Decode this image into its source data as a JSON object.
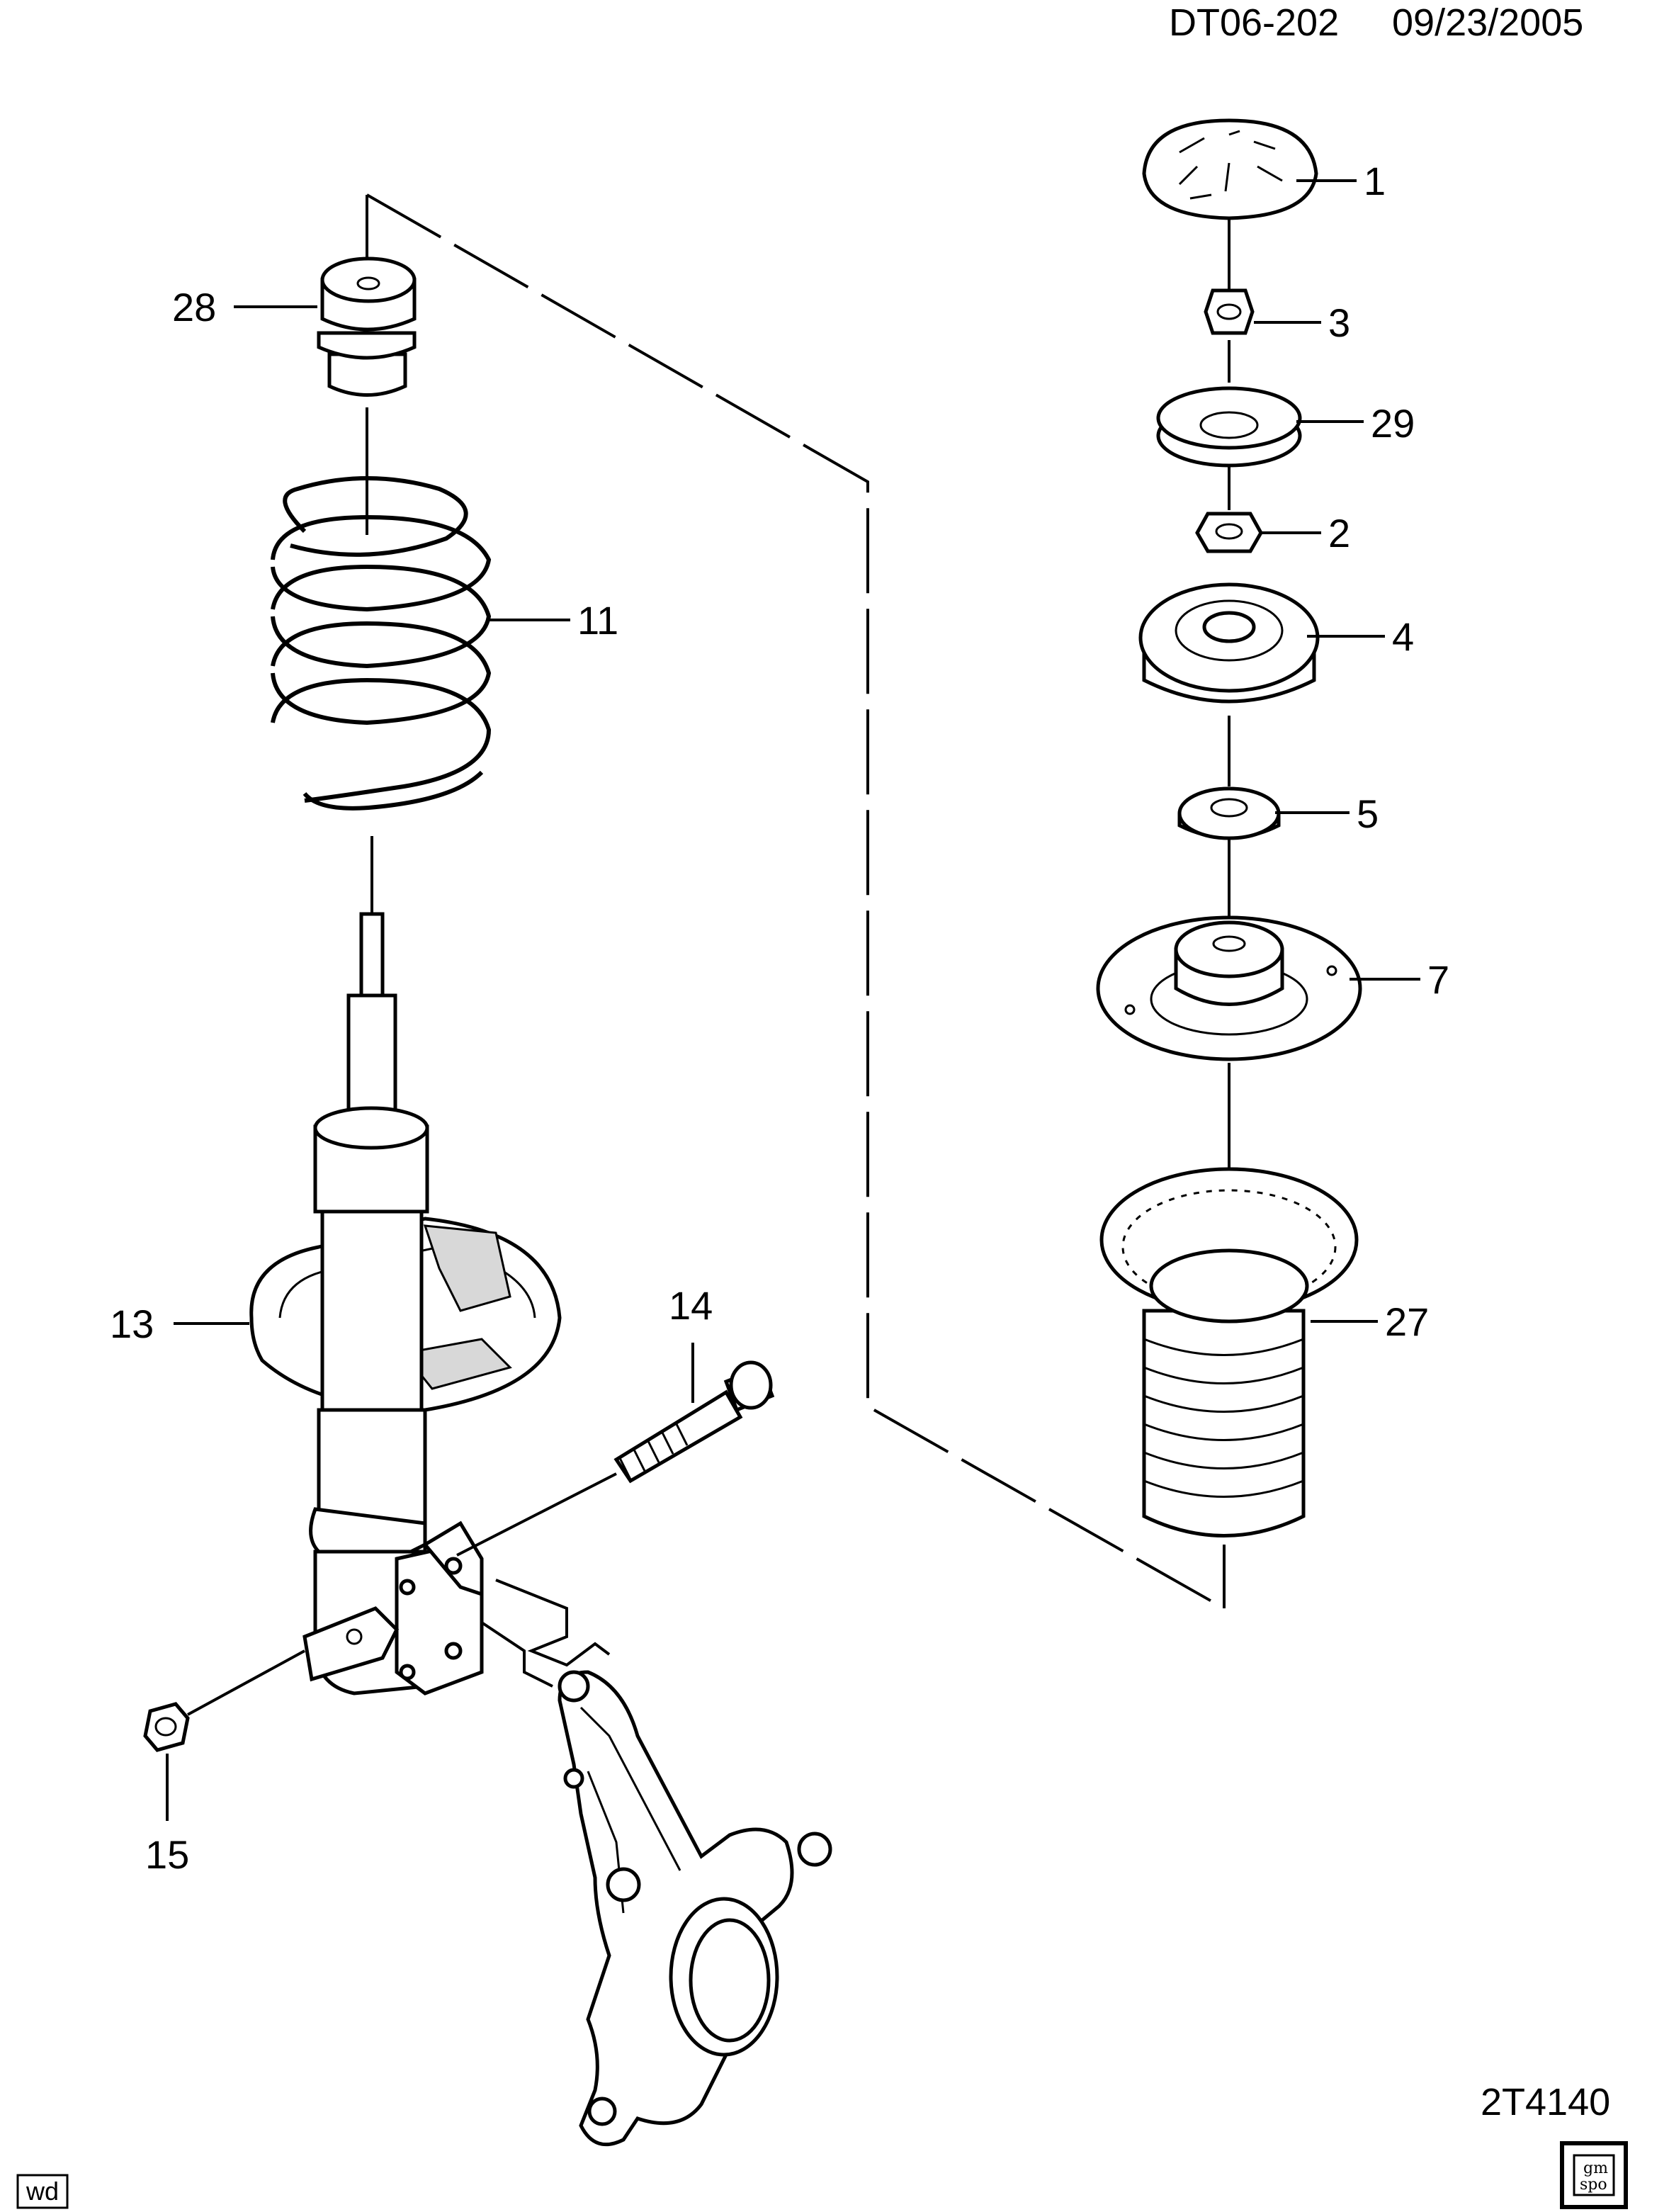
{
  "header": {
    "code": "DT06-202",
    "date": "09/23/2005"
  },
  "footer": {
    "illustration_id": "2T4140",
    "wd_tag": "wd",
    "badge_line1": "gm",
    "badge_line2": "spo"
  },
  "callouts": [
    {
      "number": "1",
      "part": "cap"
    },
    {
      "number": "3",
      "part": "nut"
    },
    {
      "number": "29",
      "part": "washer"
    },
    {
      "number": "2",
      "part": "nut"
    },
    {
      "number": "4",
      "part": "strut-mount"
    },
    {
      "number": "5",
      "part": "bearing"
    },
    {
      "number": "7",
      "part": "spring-seat"
    },
    {
      "number": "27",
      "part": "dust-boot"
    },
    {
      "number": "28",
      "part": "bump-stop"
    },
    {
      "number": "11",
      "part": "coil-spring"
    },
    {
      "number": "13",
      "part": "strut-assembly"
    },
    {
      "number": "14",
      "part": "bolt"
    },
    {
      "number": "15",
      "part": "nut"
    }
  ]
}
